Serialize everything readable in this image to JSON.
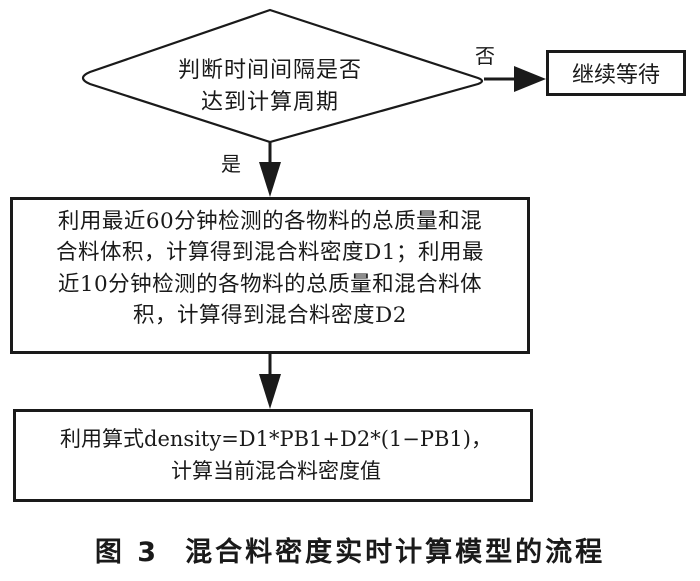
{
  "flowchart": {
    "decision": {
      "line1": "判断时间间隔是否",
      "line2": "达到计算周期"
    },
    "branch_no": {
      "label": "否",
      "target": "继续等待"
    },
    "branch_yes": {
      "label": "是"
    },
    "process1": {
      "lines": [
        "利用最近60分钟检测的各物料的总质量和混",
        "合料体积，计算得到混合料密度D1；利用最",
        "近10分钟检测的各物料的总质量和混合料体",
        "积，计算得到混合料密度D2"
      ]
    },
    "process2": {
      "lines": [
        "利用算式density=D1*PB1+D2*(1−PB1)，",
        "计算当前混合料密度值"
      ]
    }
  },
  "caption": {
    "number": "图 3",
    "title": "混合料密度实时计算模型的流程"
  }
}
